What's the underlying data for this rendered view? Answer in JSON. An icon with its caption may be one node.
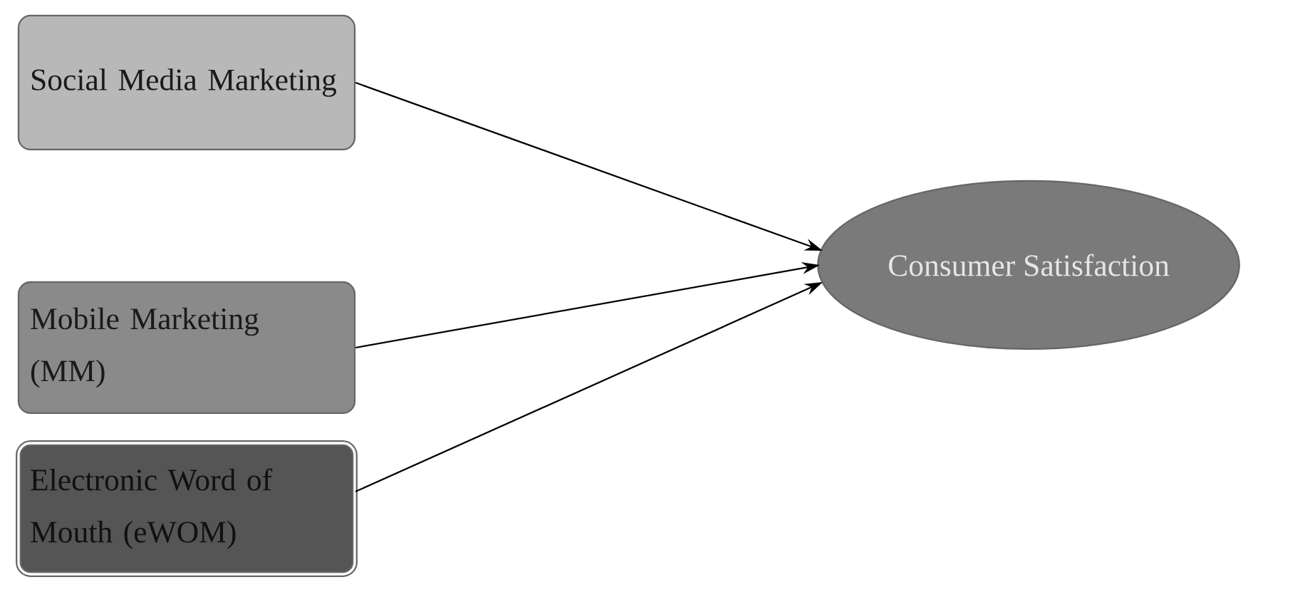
{
  "diagram": {
    "nodes": [
      {
        "text": [
          "Social Media Marketing"
        ]
      },
      {
        "text": [
          "Mobile Marketing (MM)"
        ]
      },
      {
        "text": [
          "Electronic Word of Mouth (eWOM)"
        ]
      },
      {
        "text": [
          "Consumer Satisfaction"
        ]
      }
    ],
    "edges": [
      {
        "from": 0,
        "to": 3,
        "arrow": "to"
      },
      {
        "from": 1,
        "to": 3,
        "arrow": "to"
      },
      {
        "from": 2,
        "to": 3,
        "arrow": "to"
      }
    ]
  }
}
